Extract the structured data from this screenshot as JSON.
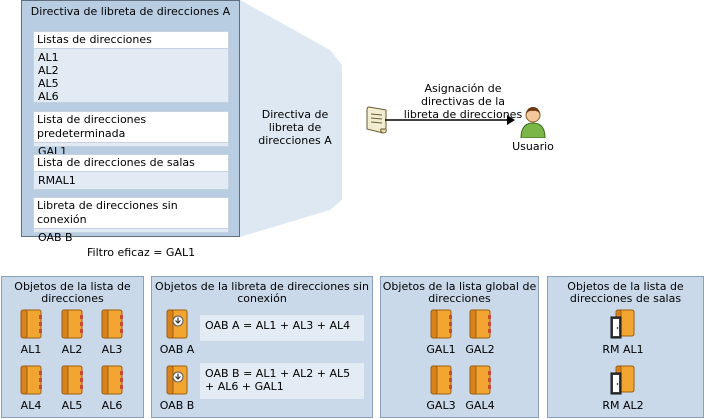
{
  "policy": {
    "title": "Directiva de libreta de direcciones A",
    "address_lists": {
      "header": "Listas de direcciones",
      "items": [
        "AL1",
        "AL2",
        "AL5",
        "AL6"
      ]
    },
    "default_list": {
      "header": "Lista de direcciones predeterminada",
      "value": "GAL1"
    },
    "rooms_list": {
      "header": "Lista de direcciones de salas",
      "value": "RMAL1"
    },
    "offline_book": {
      "header": "Libreta de direcciones sin conexión",
      "value": "OAB B"
    },
    "filter": "Filtro eficaz = GAL1"
  },
  "middle": {
    "policy_label": "Directiva de libreta de direcciones A",
    "assignment_label": "Asignación de directivas de la libreta de direcciones",
    "user_label": "Usuario"
  },
  "panels": {
    "address_lists": {
      "title": "Objetos de la lista de direcciones",
      "items": [
        "AL1",
        "AL2",
        "AL3",
        "AL4",
        "AL5",
        "AL6"
      ]
    },
    "offline": {
      "title": "Objetos de la libreta de direcciones sin conexión",
      "items": [
        {
          "label": "OAB A",
          "formula": "OAB A = AL1 + AL3 + AL4"
        },
        {
          "label": "OAB B",
          "formula": "OAB B = AL1 + AL2 + AL5 + AL6 + GAL1"
        }
      ]
    },
    "global": {
      "title": "Objetos de la lista global de direcciones",
      "items": [
        "GAL1",
        "GAL2",
        "GAL3",
        "GAL4"
      ]
    },
    "rooms": {
      "title": "Objetos de la lista de direcciones de salas",
      "items": [
        "RM AL1",
        "RM AL2"
      ]
    }
  },
  "colors": {
    "book": "#f0a830",
    "panel": "#c9d9ea",
    "policy": "#b9cde2",
    "user": "#7ab648"
  }
}
